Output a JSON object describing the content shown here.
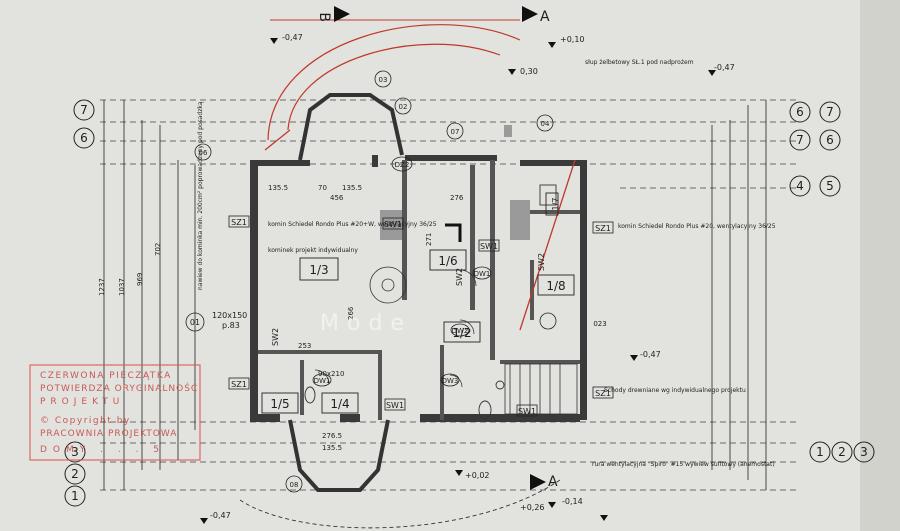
{
  "colors": {
    "paper": "#e4e4e0",
    "ink": "#1f1f1f",
    "wall": "#3a3a3a",
    "red_pen": "#c0392b",
    "stamp": "#d9534f"
  },
  "section_marks": {
    "a_top": "A",
    "a_bottom": "A",
    "b_top": "B"
  },
  "axes": {
    "left_top": [
      "6",
      "7"
    ],
    "right_top": [
      "5",
      "6",
      "7"
    ],
    "right_mid": "4",
    "left_bottom": [
      "1",
      "2",
      "3"
    ],
    "right_bottom": [
      "1",
      "2",
      "3"
    ]
  },
  "rooms": {
    "r1_2": "1/2",
    "r1_3": "1/3",
    "r1_4": "1/4",
    "r1_5": "1/5",
    "r1_6": "1/6",
    "r1_7": "1/7",
    "r1_8": "1/8"
  },
  "labels": {
    "sz1": "SZ1",
    "sw1": "SW1",
    "sw2": "SW2",
    "dw1": "DW1",
    "dw2": "DW2",
    "dw3": "DW3",
    "dz2": "DZ2",
    "o1": "01",
    "o2": "02",
    "o3": "03",
    "o4": "04",
    "o6": "06",
    "o7": "07",
    "o8": "08",
    "o23": "023",
    "o1_size": "120x150",
    "o1_sill": "p.83"
  },
  "notes": {
    "komin_left": "komin Schiedel Rondo Plus #20+W, wentylacyjny 36/25",
    "kominek": "kominek projekt indywidualny",
    "slup": "słup żelbetowy SŁ.1 pod nadprożem",
    "komin_right": "komin Schiedel Rondo Plus #20, wentylacyjny 36/25",
    "schody": "Schody drewniane wg indywidualnego projektu",
    "rura": "rura wentylacyjna \"Spiro\" #15 wywiew sufitowy (anemostat)",
    "nawiew": "nawiew do kominka min. 200cm² poprowadzony pod posadzką"
  },
  "levels": {
    "l1": "-0,47",
    "l2": "+0,10",
    "l3": "-0,47",
    "l4": "-0,47",
    "l5": "-0,47",
    "l6": "-0,14",
    "l7": "+0,26",
    "l8": "+0,02",
    "l9": "0,30"
  },
  "dims": {
    "d1": "135.5",
    "d2": "70",
    "d3": "135.5",
    "d4": "456",
    "d5": "276",
    "d6": "253",
    "d7": "266",
    "d8": "271",
    "d9": "1237",
    "d10": "1037",
    "d11": "969",
    "d12": "702",
    "d13": "135.5",
    "d14": "276.5",
    "d15": "90x210"
  },
  "stamp": {
    "line1": "CZERWONA PIECZĄTKA",
    "line2": "POTWIERDZA ORYGINALNOŚĆ",
    "line3": "PROJEKTU",
    "line4": "© Copyright by",
    "line5": "PRACOWNIA PROJEKTOWA",
    "line6": "DOMY . . . 5"
  },
  "watermark": "Mode"
}
